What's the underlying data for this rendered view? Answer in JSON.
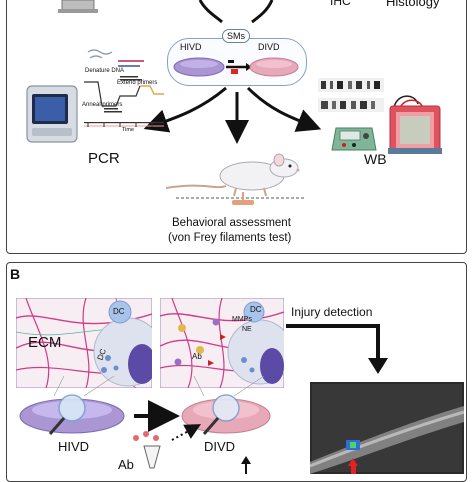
{
  "panel_a": {
    "top_labels": {
      "ihc": "IHC",
      "histology": "Histology"
    },
    "sms": "SMs",
    "hivd": "HIVD",
    "divd": "DIVD",
    "pcr_steps": {
      "denature": "Denature DNA",
      "extend": "Extend primers",
      "anneal": "Anneal primers"
    },
    "pcr_axis": "Time",
    "pcr": "PCR",
    "wb": "WB",
    "behavior_line1": "Behavioral assessment",
    "behavior_line2": "(von Frey filaments test)"
  },
  "panel_b": {
    "label": "B",
    "injury_detection": "Injury detection",
    "ecm": "ECM",
    "dc_left": "DC",
    "dc_right": "DC",
    "dc_cell": "DC",
    "mmp": "MMPs",
    "ne": "NE",
    "ab_inset": "Ab",
    "hivd": "HIVD",
    "divd": "DIVD",
    "ab": "Ab"
  },
  "colors": {
    "disc_purple": "#9b86c7",
    "disc_pink": "#e7a9b8",
    "fiber_pink": "#d23a86",
    "dc_blue": "#8fb3de",
    "nucleus": "#5b4aa6",
    "scan_dark": "#2b2b2b",
    "highlight_red": "#e32222"
  }
}
